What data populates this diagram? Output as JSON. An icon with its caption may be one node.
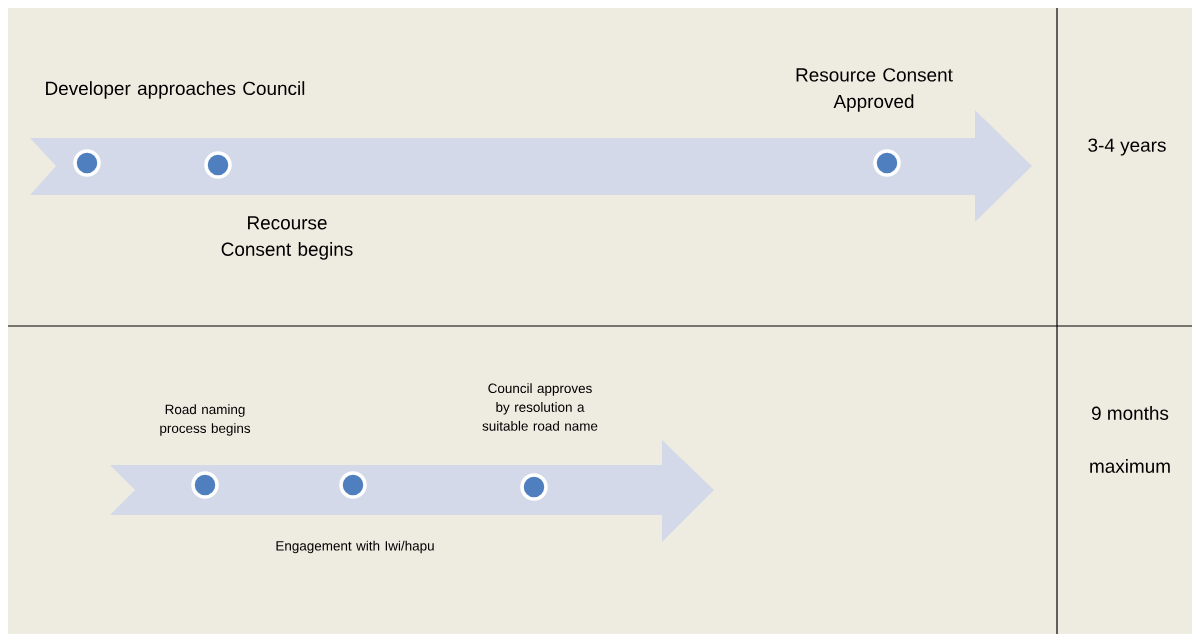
{
  "diagram": {
    "nodes": [
      {
        "text": [],
        "shape": "circle",
        "beside": [
          "Developer approaches Council"
        ]
      },
      {
        "text": [],
        "shape": "circle",
        "beside": [
          "Recourse Consent begins"
        ]
      },
      {
        "text": [],
        "shape": "circle",
        "beside": [
          "Resource Consent Approved"
        ]
      },
      {
        "text": [],
        "shape": "circle",
        "beside": [
          "Road naming process begins"
        ]
      },
      {
        "text": [],
        "shape": "circle",
        "beside": [
          "Engagement with Iwi/hapu"
        ]
      },
      {
        "text": [],
        "shape": "circle",
        "beside": [
          "Council approves by resolution a suitable road name"
        ]
      }
    ],
    "labels": [
      "3-4 years",
      "9 months",
      "maximum"
    ]
  }
}
